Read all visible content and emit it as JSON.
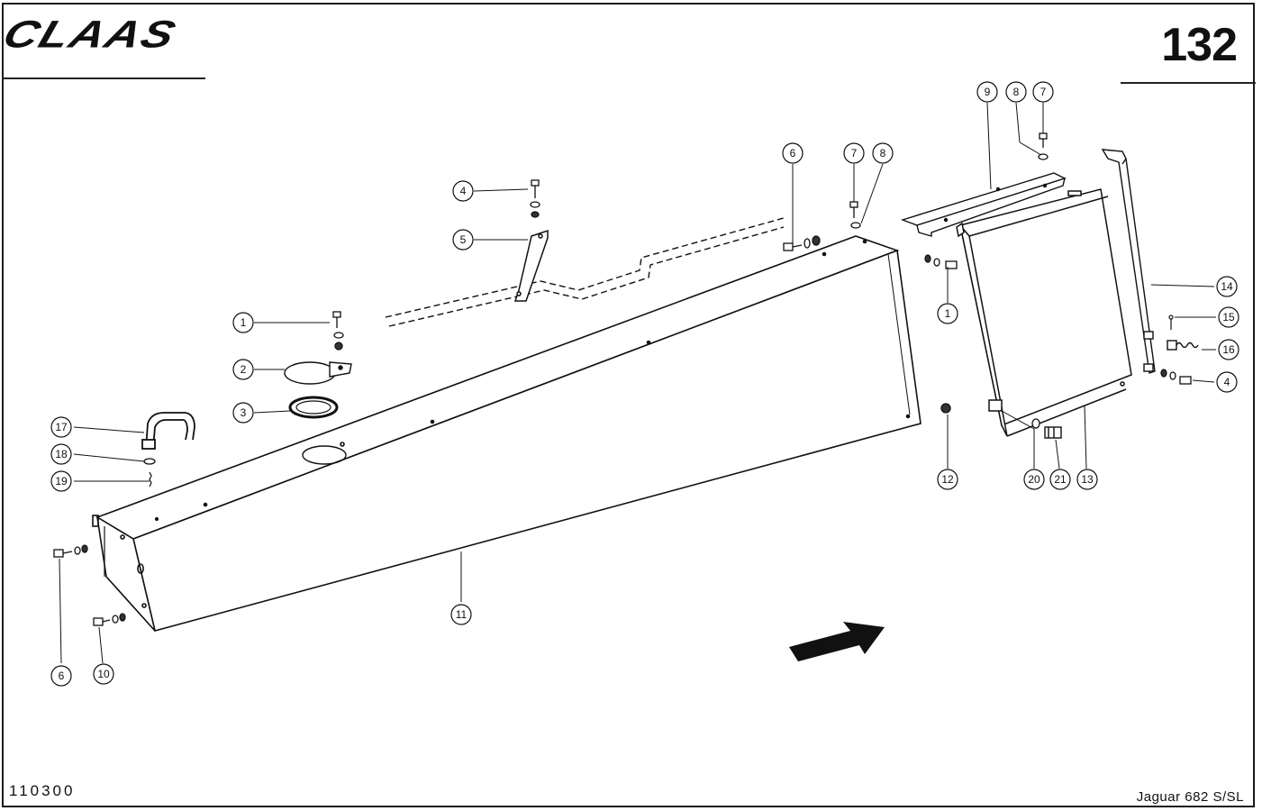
{
  "brand": {
    "logo_text": "CLAAS"
  },
  "header": {
    "page_number": "132"
  },
  "footer": {
    "doc_code": "110300",
    "model": "Jaguar 682 S/SL"
  },
  "callouts": [
    {
      "id": "c-1a",
      "label": "1"
    },
    {
      "id": "c-2",
      "label": "2"
    },
    {
      "id": "c-3",
      "label": "3"
    },
    {
      "id": "c-4a",
      "label": "4"
    },
    {
      "id": "c-5",
      "label": "5"
    },
    {
      "id": "c-6a",
      "label": "6"
    },
    {
      "id": "c-7a",
      "label": "7"
    },
    {
      "id": "c-8a",
      "label": "8"
    },
    {
      "id": "c-9",
      "label": "9"
    },
    {
      "id": "c-8b",
      "label": "8"
    },
    {
      "id": "c-7b",
      "label": "7"
    },
    {
      "id": "c-1b",
      "label": "1"
    },
    {
      "id": "c-14",
      "label": "14"
    },
    {
      "id": "c-15",
      "label": "15"
    },
    {
      "id": "c-16",
      "label": "16"
    },
    {
      "id": "c-4b",
      "label": "4"
    },
    {
      "id": "c-12",
      "label": "12"
    },
    {
      "id": "c-20",
      "label": "20"
    },
    {
      "id": "c-21",
      "label": "21"
    },
    {
      "id": "c-13",
      "label": "13"
    },
    {
      "id": "c-17",
      "label": "17"
    },
    {
      "id": "c-18",
      "label": "18"
    },
    {
      "id": "c-19",
      "label": "19"
    },
    {
      "id": "c-11",
      "label": "11"
    },
    {
      "id": "c-6b",
      "label": "6"
    },
    {
      "id": "c-10",
      "label": "10"
    }
  ]
}
